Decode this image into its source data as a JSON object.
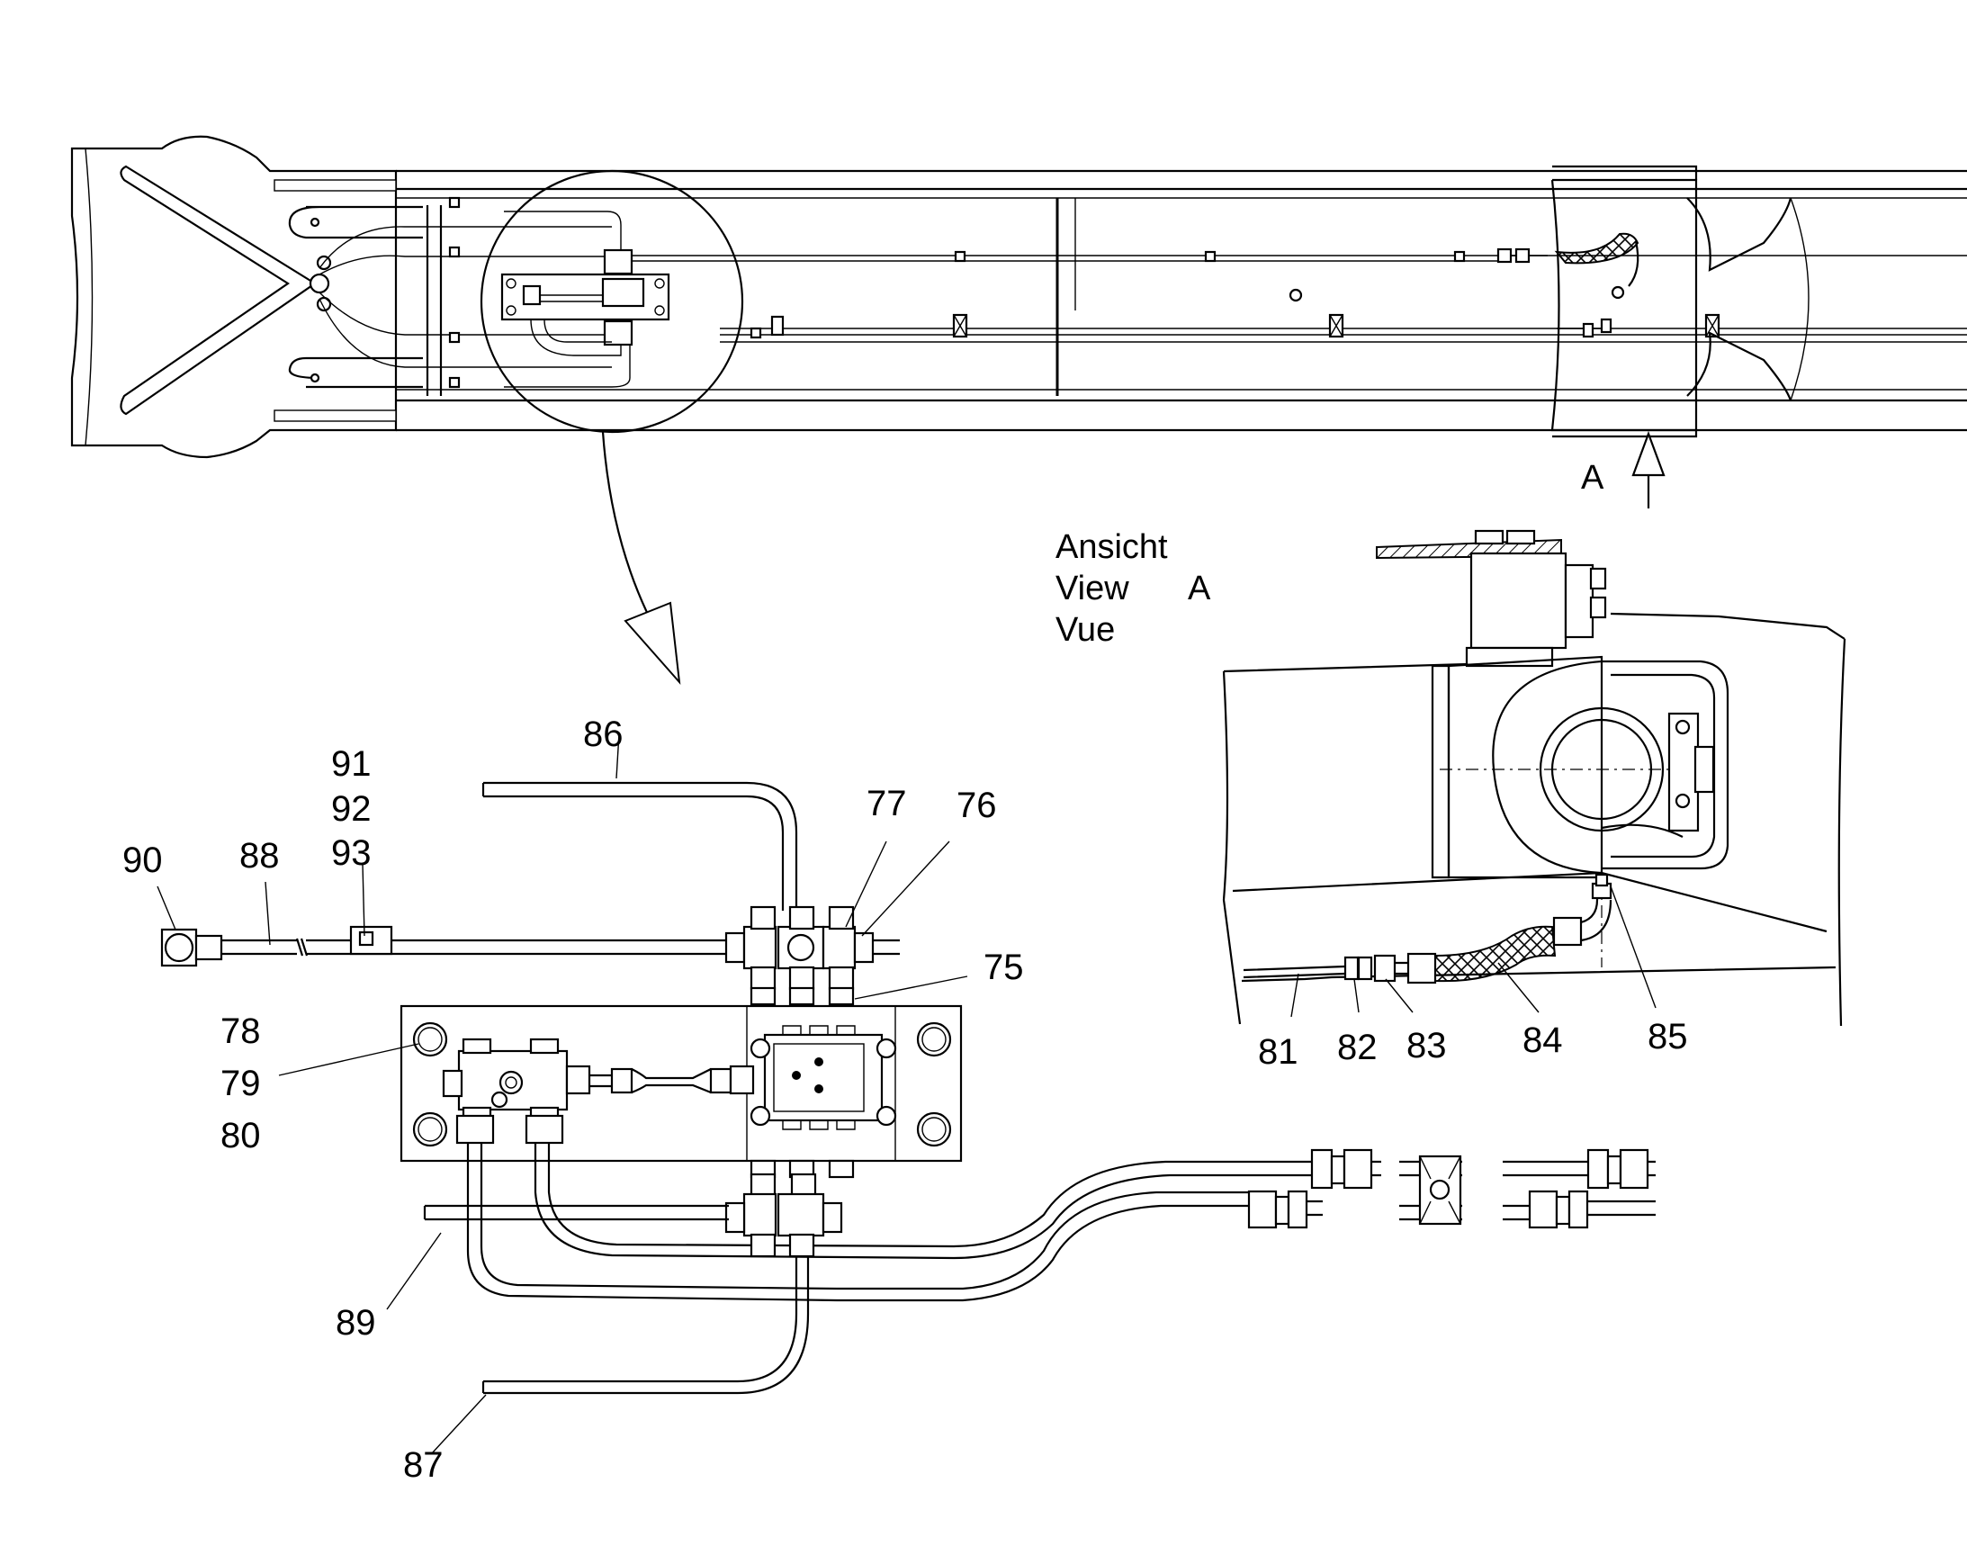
{
  "callouts": {
    "n75": "75",
    "n76": "76",
    "n77": "77",
    "n78": "78",
    "n79": "79",
    "n80": "80",
    "n81": "81",
    "n82": "82",
    "n83": "83",
    "n84": "84",
    "n85": "85",
    "n86": "86",
    "n87": "87",
    "n88": "88",
    "n89": "89",
    "n90": "90",
    "n91": "91",
    "n92": "92",
    "n93": "93"
  },
  "view": {
    "arrow_letter": "A",
    "line1": "Ansicht",
    "line2": "View",
    "line2_letter": "A",
    "line3": "Vue"
  }
}
